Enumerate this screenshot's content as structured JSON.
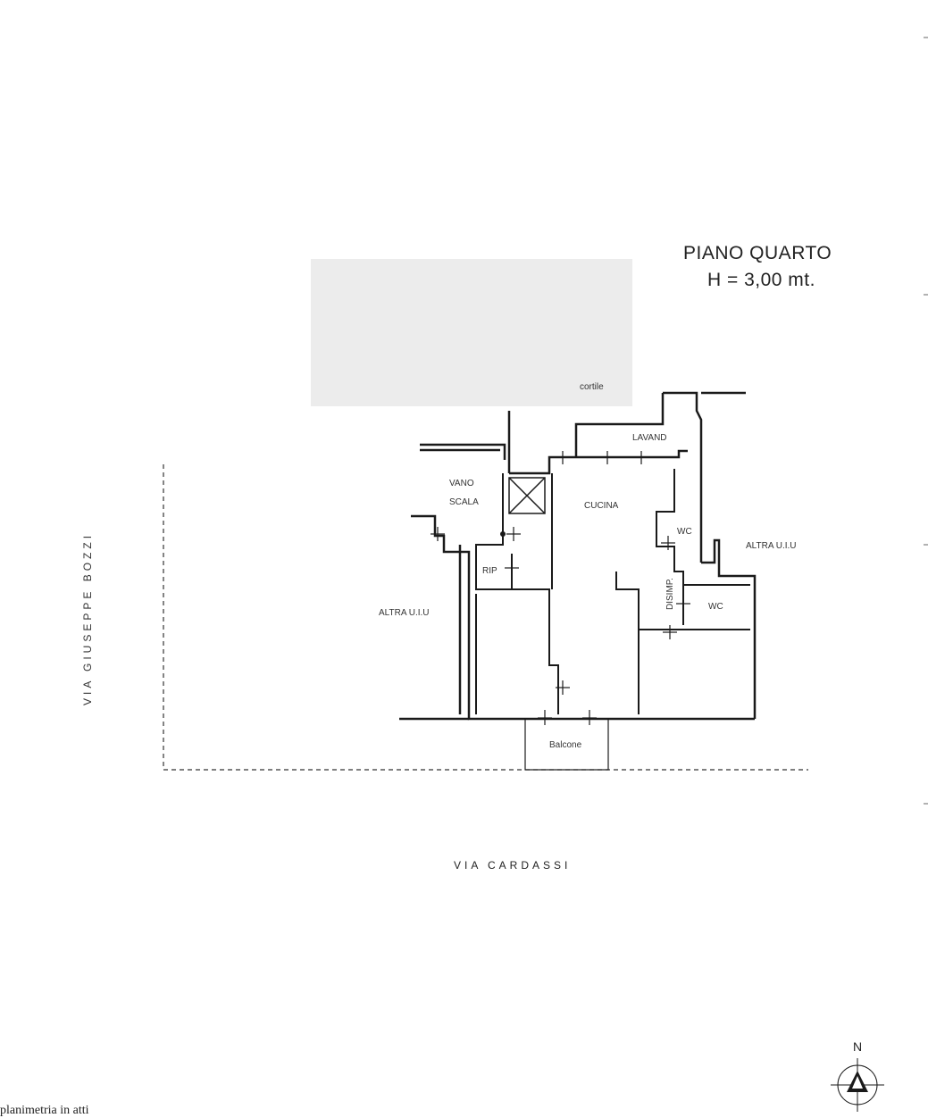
{
  "plan": {
    "title": "PIANO QUARTO",
    "height": "H = 3,00 mt.",
    "rooms": {
      "cortile": "cortile",
      "lavand": "LAVAND",
      "vano": "VANO",
      "scala": "SCALA",
      "cucina": "CUCINA",
      "wc_upper": "WC",
      "wc_lower": "WC",
      "altra_left": "ALTRA U.I.U",
      "altra_right": "ALTRA U.I.U",
      "rip": "RIP",
      "disimp": "DISIMP.",
      "balcone": "Balcone"
    },
    "streets": {
      "west": "VIA GIUSEPPE BOZZI",
      "south": "VIA CARDASSI"
    },
    "north": "N",
    "footer": "planimetria in atti"
  },
  "colors": {
    "ink": "#1a1a1a",
    "paper": "#ffffff",
    "redacted": "#e6e6e6"
  },
  "icons": [
    "compass-rose-icon"
  ]
}
